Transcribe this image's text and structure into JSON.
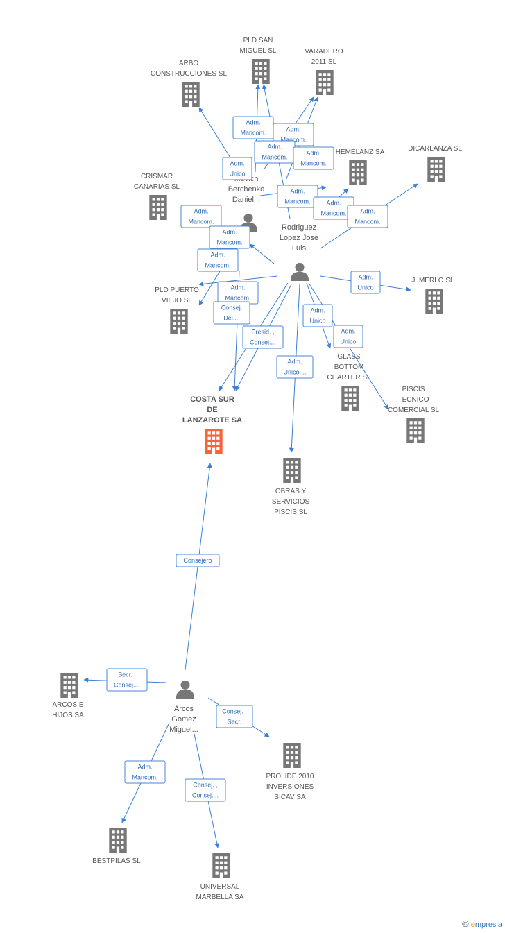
{
  "colors": {
    "edge": "#3a7fd5",
    "node": "#777777",
    "focus": "#f4663a",
    "label_border": "#4a86d6"
  },
  "nodes": [
    {
      "id": "pld_san_miguel",
      "type": "company",
      "lines": [
        "PLD SAN",
        "MIGUEL SL"
      ]
    },
    {
      "id": "varadero",
      "type": "company",
      "lines": [
        "VARADERO",
        "2011 SL"
      ]
    },
    {
      "id": "arbo",
      "type": "company",
      "lines": [
        "ARBO",
        "CONSTRUCCIONES SL"
      ]
    },
    {
      "id": "hemelanz",
      "type": "company",
      "lines": [
        "HEMELANZ SA"
      ]
    },
    {
      "id": "dicarlanza",
      "type": "company",
      "lines": [
        "DICARLANZA SL"
      ]
    },
    {
      "id": "crismar",
      "type": "company",
      "lines": [
        "CRISMAR",
        "CANARIAS  SL"
      ]
    },
    {
      "id": "berchenko",
      "type": "person",
      "lines": [
        "...ovich",
        "Berchenko",
        "Daniel..."
      ]
    },
    {
      "id": "rodriguez",
      "type": "person",
      "lines": [
        "Rodriguez",
        "Lopez Jose",
        "Luis"
      ]
    },
    {
      "id": "pld_puerto",
      "type": "company",
      "lines": [
        "PLD PUERTO",
        "VIEJO SL"
      ]
    },
    {
      "id": "merlo",
      "type": "company",
      "lines": [
        "J.  MERLO SL"
      ]
    },
    {
      "id": "glass",
      "type": "company",
      "lines": [
        "GLASS",
        "BOTTOM",
        "CHARTER SL"
      ]
    },
    {
      "id": "piscis_tecnico",
      "type": "company",
      "lines": [
        "PISCIS",
        "TECNICO",
        "COMERCIAL SL"
      ]
    },
    {
      "id": "costa_sur",
      "type": "focus",
      "lines": [
        "COSTA SUR",
        "DE",
        "LANZAROTE SA"
      ]
    },
    {
      "id": "obras",
      "type": "company",
      "lines": [
        "OBRAS Y",
        "SERVICIOS",
        "PISCIS SL"
      ]
    },
    {
      "id": "arcos_hijos",
      "type": "company",
      "lines": [
        "ARCOS E",
        "HIJOS SA"
      ]
    },
    {
      "id": "arcos_gomez",
      "type": "person",
      "lines": [
        "Arcos",
        "Gomez",
        "Miguel..."
      ]
    },
    {
      "id": "prolide",
      "type": "company",
      "lines": [
        "PROLIDE 2010",
        "INVERSIONES",
        "SICAV SA"
      ]
    },
    {
      "id": "bestpilas",
      "type": "company",
      "lines": [
        "BESTPILAS SL"
      ]
    },
    {
      "id": "universal",
      "type": "company",
      "lines": [
        "UNIVERSAL",
        "MARBELLA SA"
      ]
    }
  ],
  "edges": [
    {
      "from": "berchenko",
      "to": "pld_san_miguel",
      "label": [
        "Adm.",
        "Mancom."
      ]
    },
    {
      "from": "rodriguez",
      "to": "varadero",
      "label": [
        "Adm.",
        "Mancom."
      ]
    },
    {
      "from": "berchenko",
      "to": "varadero",
      "label": [
        "Adm.",
        "Mancom."
      ]
    },
    {
      "from": "rodriguez",
      "to": "pld_san_miguel",
      "label": [
        "Adm.",
        "Mancom."
      ]
    },
    {
      "from": "berchenko",
      "to": "arbo",
      "label": [
        "Adm.",
        "Unico"
      ]
    },
    {
      "from": "berchenko",
      "to": "hemelanz",
      "label": [
        "Adm.",
        "Mancom."
      ]
    },
    {
      "from": "rodriguez",
      "to": "hemelanz",
      "label": [
        "Adm.",
        "Mancom."
      ]
    },
    {
      "from": "rodriguez",
      "to": "dicarlanza",
      "label": [
        "Adm.",
        "Mancom."
      ]
    },
    {
      "from": "rodriguez",
      "to": "pld_puerto",
      "label": [
        "Adm.",
        "Mancom."
      ]
    },
    {
      "from": "berchenko",
      "to": "pld_puerto",
      "label": [
        "Adm.",
        "Mancom."
      ]
    },
    {
      "from": "rodriguez",
      "to": "crismar_x",
      "label": [
        "Adm.",
        "Mancom."
      ]
    },
    {
      "from": "rodriguez",
      "to": "costa_sur",
      "label": [
        "Adm.",
        "Mancom."
      ]
    },
    {
      "from": "berchenko",
      "to": "costa_sur",
      "label": [
        "Consej.",
        "Del...."
      ]
    },
    {
      "from": "rodriguez",
      "to": "costa_sur",
      "label": [
        "Presid. ,",
        "Consej...."
      ]
    },
    {
      "from": "rodriguez",
      "to": "merlo",
      "label": [
        "Adm.",
        "Unico"
      ]
    },
    {
      "from": "rodriguez",
      "to": "glass",
      "label": [
        "Adm.",
        "Unico"
      ]
    },
    {
      "from": "rodriguez",
      "to": "piscis_tecnico",
      "label": [
        "Adm.",
        "Unico"
      ]
    },
    {
      "from": "rodriguez",
      "to": "obras",
      "label": [
        "Adm.",
        "Unico,..."
      ]
    },
    {
      "from": "arcos_gomez",
      "to": "costa_sur",
      "label": [
        "Consejero"
      ]
    },
    {
      "from": "arcos_gomez",
      "to": "arcos_hijos",
      "label": [
        "Secr. ,",
        "Consej...."
      ]
    },
    {
      "from": "arcos_gomez",
      "to": "prolide",
      "label": [
        "Consej. ,",
        "Secr."
      ]
    },
    {
      "from": "arcos_gomez",
      "to": "bestpilas",
      "label": [
        "Adm.",
        "Mancom."
      ]
    },
    {
      "from": "arcos_gomez",
      "to": "universal",
      "label": [
        "Consej. ,",
        "Consej...."
      ]
    }
  ],
  "watermark": {
    "copyright": "©",
    "brand_initial": "e",
    "brand_rest": "mpresia"
  }
}
